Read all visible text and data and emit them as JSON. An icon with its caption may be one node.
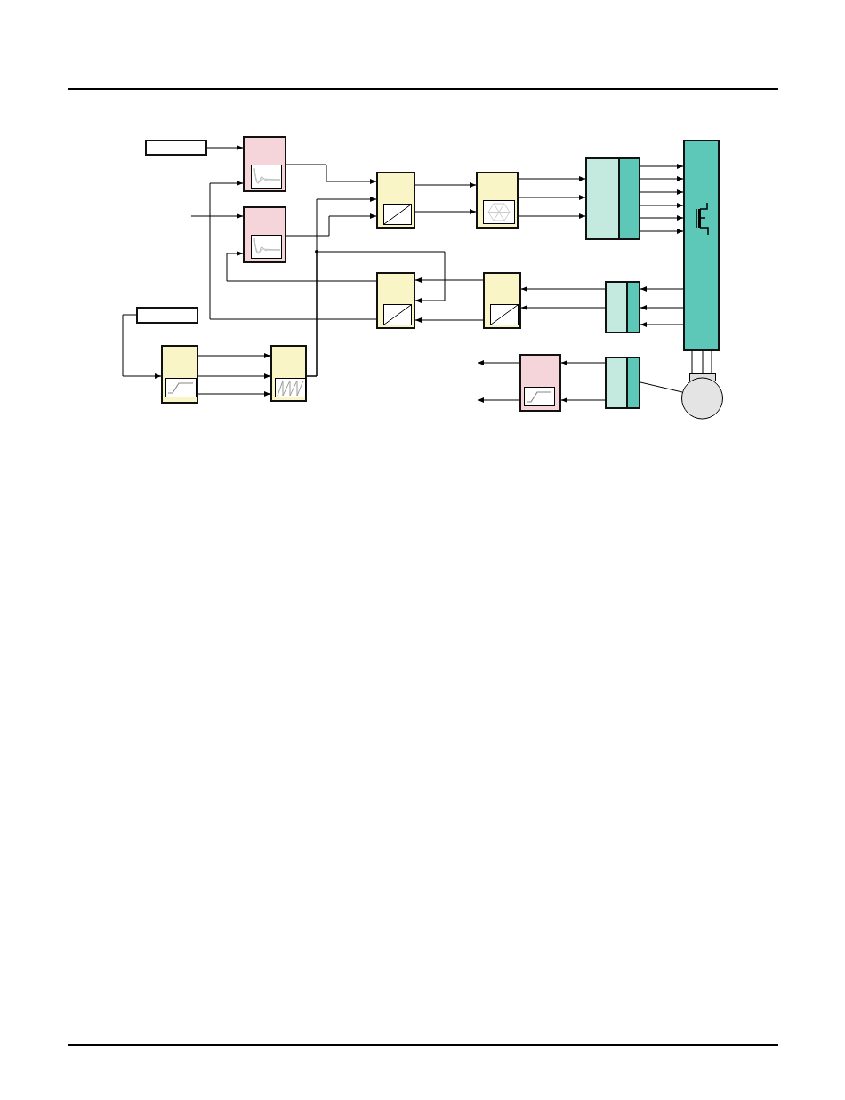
{
  "diagram": {
    "nodes": [
      {
        "text": [],
        "shape": "box"
      },
      {
        "text": [],
        "shape": "box"
      },
      {
        "text": [],
        "shape": "box"
      },
      {
        "text": [],
        "shape": "box"
      },
      {
        "text": [],
        "shape": "box"
      },
      {
        "text": [],
        "shape": "box"
      },
      {
        "text": [],
        "shape": "box"
      },
      {
        "text": [],
        "shape": "box"
      },
      {
        "text": [],
        "shape": "box"
      },
      {
        "text": [],
        "shape": "box"
      },
      {
        "text": [],
        "shape": "box"
      },
      {
        "text": [],
        "shape": "box"
      },
      {
        "text": [],
        "shape": "box"
      },
      {
        "text": [],
        "shape": "box"
      },
      {
        "text": [],
        "shape": "box"
      },
      {
        "text": [],
        "shape": "circle"
      }
    ],
    "edges": [
      {
        "from": 0,
        "to": 1,
        "arrow": "to"
      },
      {
        "from": 1,
        "to": 3,
        "arrow": "to"
      },
      {
        "from": null,
        "to": 2,
        "arrow": "to"
      },
      {
        "from": 2,
        "to": 3,
        "arrow": "to"
      },
      {
        "from": 12,
        "to": 3,
        "arrow": "to"
      },
      {
        "from": 12,
        "to": 7,
        "arrow": "to"
      },
      {
        "from": 7,
        "to": 2,
        "arrow": "to"
      },
      {
        "from": 7,
        "to": 1,
        "arrow": "to"
      },
      {
        "from": 8,
        "to": 7,
        "arrow": "to"
      },
      {
        "from": 8,
        "to": 7,
        "arrow": "to"
      },
      {
        "from": 3,
        "to": 4,
        "arrow": "to"
      },
      {
        "from": 3,
        "to": 4,
        "arrow": "to"
      },
      {
        "from": 4,
        "to": 5,
        "arrow": "to"
      },
      {
        "from": 4,
        "to": 5,
        "arrow": "to"
      },
      {
        "from": 4,
        "to": 5,
        "arrow": "to"
      },
      {
        "from": 5,
        "to": 6,
        "arrow": "to"
      },
      {
        "from": 5,
        "to": 6,
        "arrow": "to"
      },
      {
        "from": 5,
        "to": 6,
        "arrow": "to"
      },
      {
        "from": 5,
        "to": 6,
        "arrow": "to"
      },
      {
        "from": 5,
        "to": 6,
        "arrow": "to"
      },
      {
        "from": 5,
        "to": 6,
        "arrow": "to"
      },
      {
        "from": 9,
        "to": 8,
        "arrow": "to"
      },
      {
        "from": 9,
        "to": 8,
        "arrow": "to"
      },
      {
        "from": 6,
        "to": 9,
        "arrow": "to"
      },
      {
        "from": 6,
        "to": 9,
        "arrow": "to"
      },
      {
        "from": 6,
        "to": 9,
        "arrow": "to"
      },
      {
        "from": 14,
        "to": 13,
        "arrow": "to"
      },
      {
        "from": 14,
        "to": 13,
        "arrow": "to"
      },
      {
        "from": 13,
        "to": null,
        "arrow": "to"
      },
      {
        "from": 13,
        "to": null,
        "arrow": "to"
      },
      {
        "from": 6,
        "to": 15,
        "arrow": "none"
      },
      {
        "from": 6,
        "to": 15,
        "arrow": "none"
      },
      {
        "from": 6,
        "to": 15,
        "arrow": "none"
      },
      {
        "from": 14,
        "to": 15,
        "arrow": "none"
      },
      {
        "from": 10,
        "to": 11,
        "arrow": "to"
      },
      {
        "from": 11,
        "to": 12,
        "arrow": "to"
      },
      {
        "from": 11,
        "to": 12,
        "arrow": "to"
      },
      {
        "from": 11,
        "to": 12,
        "arrow": "to"
      }
    ]
  }
}
